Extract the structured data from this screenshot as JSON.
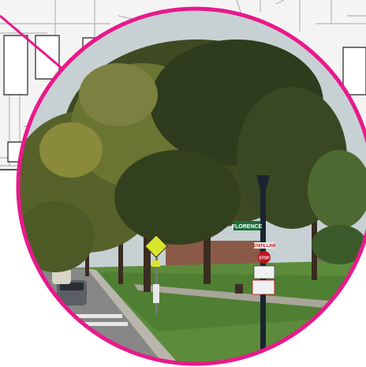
{
  "map_inset": {
    "description": "Gray parcel/street map fragment behind the circle"
  },
  "photo": {
    "border_color": "#e8198b",
    "signs": {
      "street_sign": "FLORENCE",
      "stop_sign": "STOP",
      "state_law_sign": "STATE LAW",
      "yield_sign_text": ""
    }
  },
  "colors": {
    "accent": "#e8198b",
    "map_line": "#b8b8b8",
    "sky": "#c9d3d6",
    "foliage_dark": "#2f3a1c",
    "foliage_light": "#6f7a32",
    "grass": "#5a8a3a",
    "road": "#8a8a8a"
  }
}
